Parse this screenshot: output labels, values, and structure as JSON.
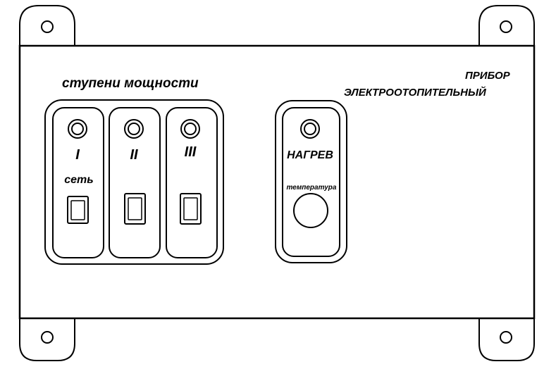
{
  "panel": {
    "section_title": "ступени мощности",
    "device_title_line1": "ПРИБОР",
    "device_title_line2": "ЭЛЕКТРООТОПИТЕЛЬНЫЙ"
  },
  "stages": [
    {
      "label": "I",
      "sublabel": "сеть"
    },
    {
      "label": "II",
      "sublabel": ""
    },
    {
      "label": "III",
      "sublabel": ""
    }
  ],
  "heating": {
    "label": "НАГРЕВ",
    "knob_label": "температура"
  },
  "colors": {
    "stroke": "#000000",
    "background": "#ffffff"
  }
}
